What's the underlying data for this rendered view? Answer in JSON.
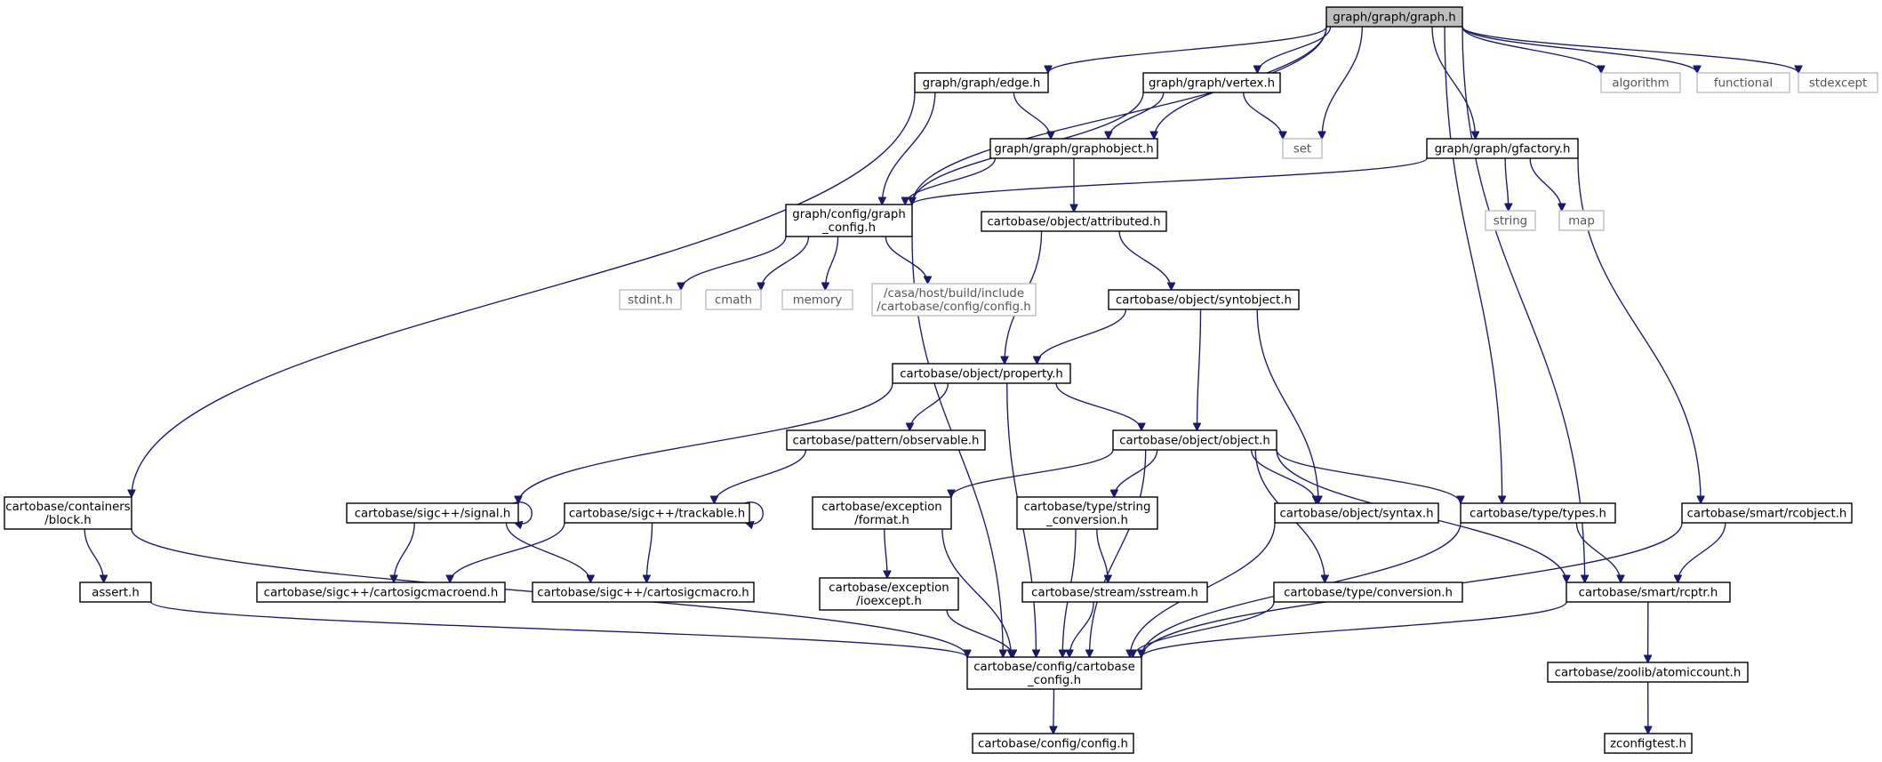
{
  "nodes": [
    {
      "id": "graph",
      "lines": [
        "graph/graph/graph.h"
      ],
      "kind": "root"
    },
    {
      "id": "edge",
      "lines": [
        "graph/graph/edge.h"
      ],
      "kind": "doc"
    },
    {
      "id": "vertex",
      "lines": [
        "graph/graph/vertex.h"
      ],
      "kind": "doc"
    },
    {
      "id": "graphobject",
      "lines": [
        "graph/graph/graphobject.h"
      ],
      "kind": "doc"
    },
    {
      "id": "gfactory",
      "lines": [
        "graph/graph/gfactory.h"
      ],
      "kind": "doc"
    },
    {
      "id": "gconfig",
      "lines": [
        "graph/config/graph",
        "_config.h"
      ],
      "kind": "doc"
    },
    {
      "id": "algorithm",
      "lines": [
        "algorithm"
      ],
      "kind": "ext"
    },
    {
      "id": "functional",
      "lines": [
        "functional"
      ],
      "kind": "ext"
    },
    {
      "id": "stdexcept",
      "lines": [
        "stdexcept"
      ],
      "kind": "ext"
    },
    {
      "id": "set",
      "lines": [
        "set"
      ],
      "kind": "ext"
    },
    {
      "id": "string",
      "lines": [
        "string"
      ],
      "kind": "ext"
    },
    {
      "id": "map",
      "lines": [
        "map"
      ],
      "kind": "ext"
    },
    {
      "id": "stdint",
      "lines": [
        "stdint.h"
      ],
      "kind": "ext"
    },
    {
      "id": "cmath",
      "lines": [
        "cmath"
      ],
      "kind": "ext"
    },
    {
      "id": "memory",
      "lines": [
        "memory"
      ],
      "kind": "ext"
    },
    {
      "id": "hostconfig",
      "lines": [
        "/casa/host/build/include",
        "/cartobase/config/config.h"
      ],
      "kind": "ext"
    },
    {
      "id": "attributed",
      "lines": [
        "cartobase/object/attributed.h"
      ],
      "kind": "doc"
    },
    {
      "id": "syntobject",
      "lines": [
        "cartobase/object/syntobject.h"
      ],
      "kind": "doc"
    },
    {
      "id": "property",
      "lines": [
        "cartobase/object/property.h"
      ],
      "kind": "doc"
    },
    {
      "id": "observable",
      "lines": [
        "cartobase/pattern/observable.h"
      ],
      "kind": "doc"
    },
    {
      "id": "object",
      "lines": [
        "cartobase/object/object.h"
      ],
      "kind": "doc"
    },
    {
      "id": "block",
      "lines": [
        "cartobase/containers",
        "/block.h"
      ],
      "kind": "doc"
    },
    {
      "id": "signal",
      "lines": [
        "cartobase/sigc++/signal.h"
      ],
      "kind": "doc"
    },
    {
      "id": "trackable",
      "lines": [
        "cartobase/sigc++/trackable.h"
      ],
      "kind": "doc"
    },
    {
      "id": "format",
      "lines": [
        "cartobase/exception",
        "/format.h"
      ],
      "kind": "doc"
    },
    {
      "id": "strconv",
      "lines": [
        "cartobase/type/string",
        "_conversion.h"
      ],
      "kind": "doc"
    },
    {
      "id": "syntax",
      "lines": [
        "cartobase/object/syntax.h"
      ],
      "kind": "doc"
    },
    {
      "id": "types",
      "lines": [
        "cartobase/type/types.h"
      ],
      "kind": "doc"
    },
    {
      "id": "rcobject",
      "lines": [
        "cartobase/smart/rcobject.h"
      ],
      "kind": "doc"
    },
    {
      "id": "assert",
      "lines": [
        "assert.h"
      ],
      "kind": "doc"
    },
    {
      "id": "macroend",
      "lines": [
        "cartobase/sigc++/cartosigcmacroend.h"
      ],
      "kind": "doc"
    },
    {
      "id": "macro",
      "lines": [
        "cartobase/sigc++/cartosigcmacro.h"
      ],
      "kind": "doc"
    },
    {
      "id": "ioexcept",
      "lines": [
        "cartobase/exception",
        "/ioexcept.h"
      ],
      "kind": "doc"
    },
    {
      "id": "sstream",
      "lines": [
        "cartobase/stream/sstream.h"
      ],
      "kind": "doc"
    },
    {
      "id": "conversion",
      "lines": [
        "cartobase/type/conversion.h"
      ],
      "kind": "doc"
    },
    {
      "id": "rcptr",
      "lines": [
        "cartobase/smart/rcptr.h"
      ],
      "kind": "doc"
    },
    {
      "id": "cbconfig",
      "lines": [
        "cartobase/config/cartobase",
        "_config.h"
      ],
      "kind": "doc"
    },
    {
      "id": "atomic",
      "lines": [
        "cartobase/zoolib/atomiccount.h"
      ],
      "kind": "doc"
    },
    {
      "id": "config",
      "lines": [
        "cartobase/config/config.h"
      ],
      "kind": "doc"
    },
    {
      "id": "zconfig",
      "lines": [
        "zconfigtest.h"
      ],
      "kind": "doc"
    }
  ],
  "edges": [
    [
      "graph",
      "edge"
    ],
    [
      "graph",
      "vertex"
    ],
    [
      "graph",
      "graphobject"
    ],
    [
      "graph",
      "gfactory"
    ],
    [
      "graph",
      "gconfig"
    ],
    [
      "graph",
      "algorithm"
    ],
    [
      "graph",
      "functional"
    ],
    [
      "graph",
      "stdexcept"
    ],
    [
      "graph",
      "set"
    ],
    [
      "graph",
      "types"
    ],
    [
      "graph",
      "rcptr"
    ],
    [
      "edge",
      "graphobject"
    ],
    [
      "edge",
      "gconfig"
    ],
    [
      "edge",
      "block"
    ],
    [
      "vertex",
      "graphobject"
    ],
    [
      "vertex",
      "set"
    ],
    [
      "vertex",
      "gconfig"
    ],
    [
      "graphobject",
      "gconfig"
    ],
    [
      "graphobject",
      "attributed"
    ],
    [
      "gfactory",
      "gconfig"
    ],
    [
      "gfactory",
      "string"
    ],
    [
      "gfactory",
      "map"
    ],
    [
      "gfactory",
      "rcobject"
    ],
    [
      "gconfig",
      "stdint"
    ],
    [
      "gconfig",
      "cmath"
    ],
    [
      "gconfig",
      "memory"
    ],
    [
      "gconfig",
      "hostconfig"
    ],
    [
      "gconfig",
      "cbconfig"
    ],
    [
      "attributed",
      "property"
    ],
    [
      "attributed",
      "syntobject"
    ],
    [
      "syntobject",
      "property"
    ],
    [
      "syntobject",
      "object"
    ],
    [
      "syntobject",
      "syntax"
    ],
    [
      "property",
      "observable"
    ],
    [
      "property",
      "object"
    ],
    [
      "property",
      "signal"
    ],
    [
      "property",
      "cbconfig"
    ],
    [
      "observable",
      "trackable"
    ],
    [
      "object",
      "format"
    ],
    [
      "object",
      "strconv"
    ],
    [
      "object",
      "syntax"
    ],
    [
      "object",
      "types"
    ],
    [
      "object",
      "conversion"
    ],
    [
      "object",
      "rcptr"
    ],
    [
      "object",
      "cbconfig"
    ],
    [
      "block",
      "assert"
    ],
    [
      "block",
      "cbconfig"
    ],
    [
      "signal",
      "signal"
    ],
    [
      "signal",
      "macroend"
    ],
    [
      "signal",
      "macro"
    ],
    [
      "trackable",
      "trackable"
    ],
    [
      "trackable",
      "macroend"
    ],
    [
      "trackable",
      "macro"
    ],
    [
      "format",
      "ioexcept"
    ],
    [
      "format",
      "cbconfig"
    ],
    [
      "strconv",
      "sstream"
    ],
    [
      "strconv",
      "cbconfig"
    ],
    [
      "syntax",
      "cbconfig"
    ],
    [
      "types",
      "rcptr"
    ],
    [
      "types",
      "cbconfig"
    ],
    [
      "rcobject",
      "rcptr"
    ],
    [
      "rcobject",
      "cbconfig"
    ],
    [
      "assert",
      "cbconfig"
    ],
    [
      "ioexcept",
      "cbconfig"
    ],
    [
      "sstream",
      "cbconfig"
    ],
    [
      "conversion",
      "cbconfig"
    ],
    [
      "rcptr",
      "cbconfig"
    ],
    [
      "rcptr",
      "atomic"
    ],
    [
      "cbconfig",
      "config"
    ],
    [
      "atomic",
      "zconfig"
    ]
  ]
}
